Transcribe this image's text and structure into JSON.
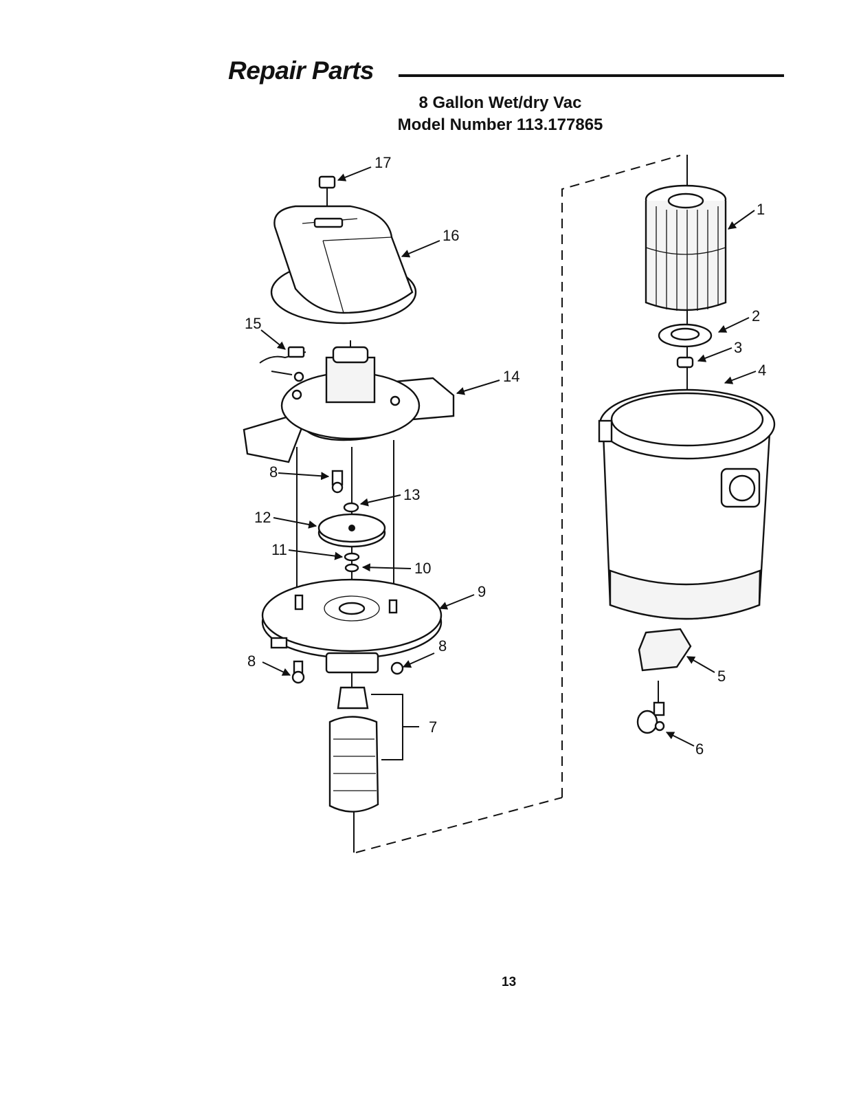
{
  "header": {
    "title": "Repair Parts",
    "subtitle_line1": "8 Gallon Wet/dry Vac",
    "subtitle_line2": "Model Number 113.177865"
  },
  "callouts": {
    "c1": "1",
    "c2": "2",
    "c3": "3",
    "c4": "4",
    "c5": "5",
    "c6": "6",
    "c7": "7",
    "c8a": "8",
    "c8b": "8",
    "c8c": "8",
    "c9": "9",
    "c10": "10",
    "c11": "11",
    "c12": "12",
    "c13": "13",
    "c14": "14",
    "c15": "15",
    "c16": "16",
    "c17": "17"
  },
  "footer": {
    "page_number": "13"
  }
}
